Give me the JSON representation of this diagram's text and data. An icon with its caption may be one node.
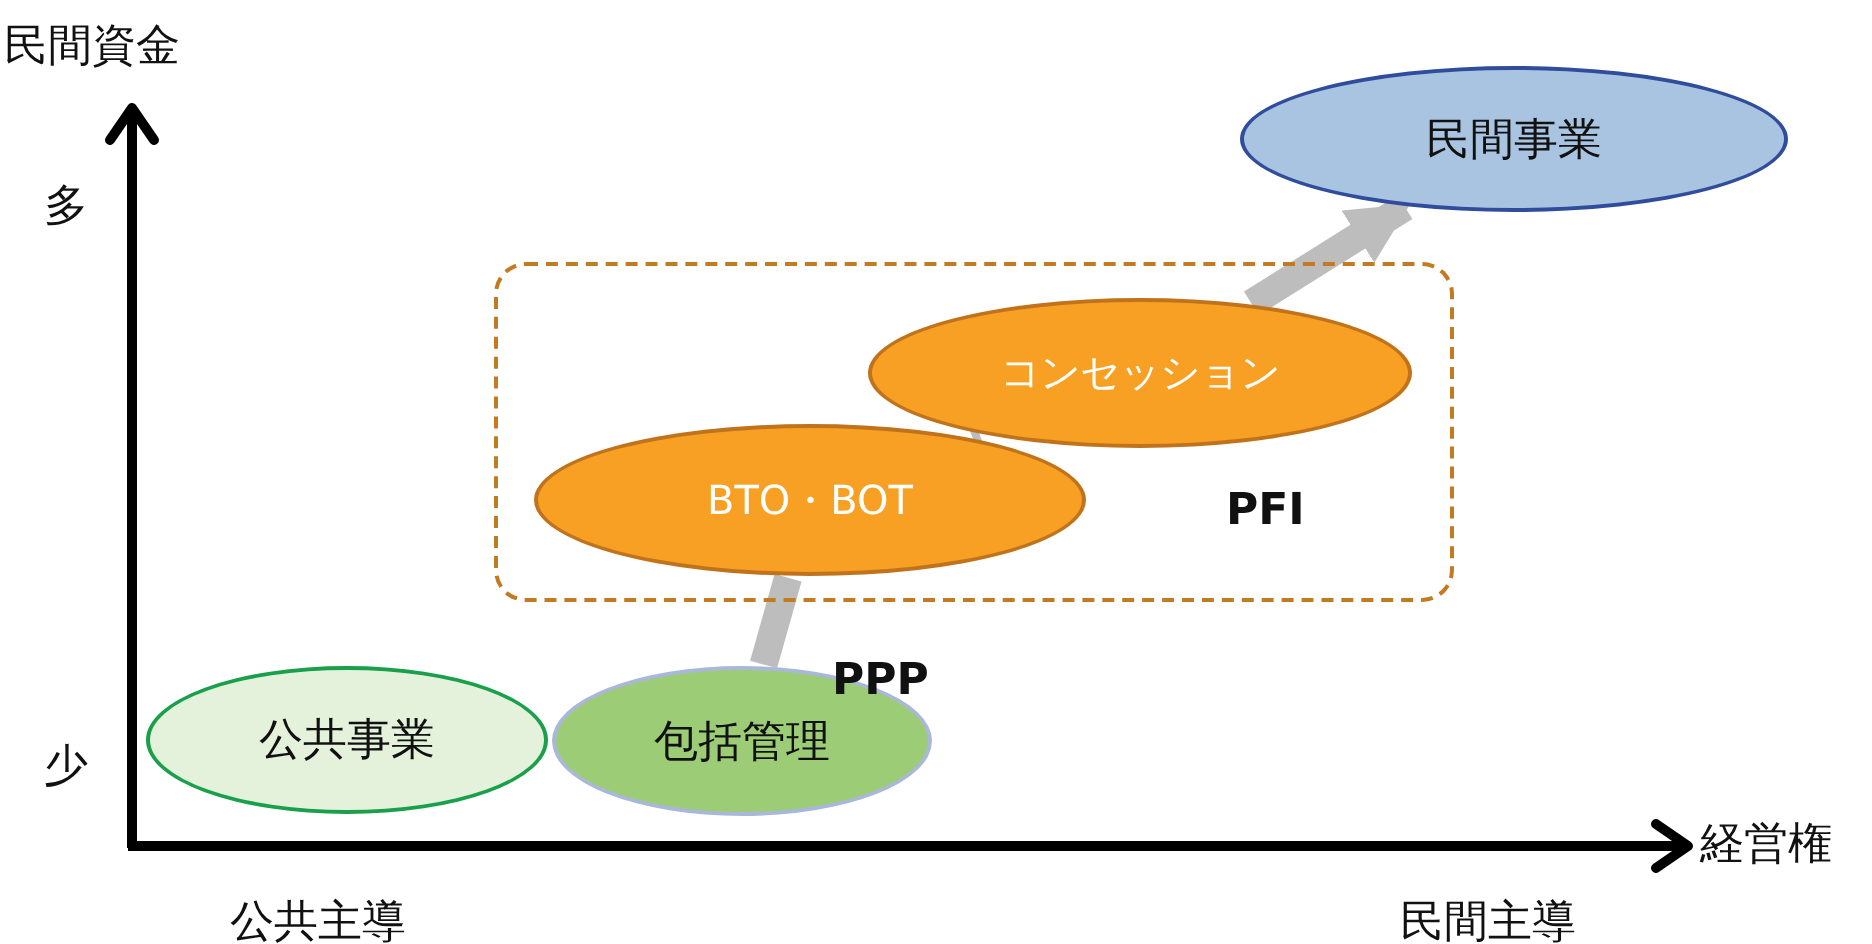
{
  "diagram": {
    "nodes": [
      {
        "text": [
          "民間事業"
        ]
      },
      {
        "text": [
          "PFI"
        ]
      },
      {
        "text": [
          "コンセッション"
        ],
        "in": 1
      },
      {
        "text": [
          "BTO・BOT"
        ],
        "in": 1
      },
      {
        "text": [
          "公共事業"
        ]
      },
      {
        "text": [
          "包括管理"
        ]
      }
    ],
    "edges": [
      {
        "from": 5,
        "to": 3,
        "arrow": "none"
      },
      {
        "from": 3,
        "to": 2,
        "arrow": "none"
      },
      {
        "from": 2,
        "to": 0,
        "arrow": "to"
      }
    ],
    "labels": [
      "民間資金",
      "多",
      "PPP",
      "少",
      "経営権",
      "公共主導",
      "民間主導"
    ]
  }
}
